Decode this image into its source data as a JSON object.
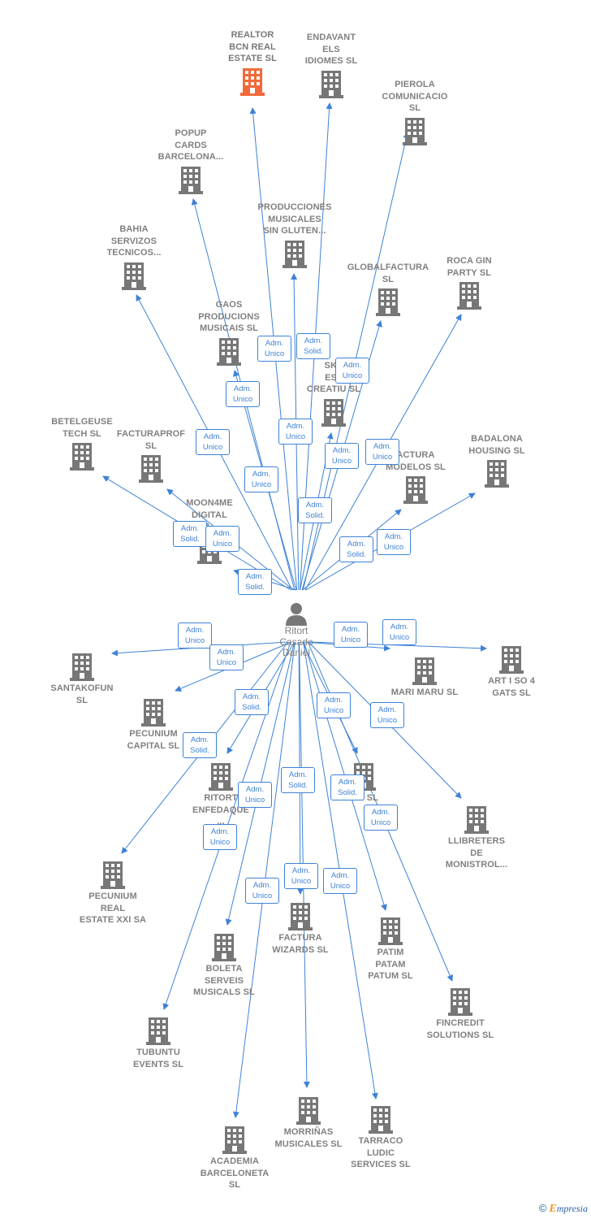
{
  "colors": {
    "edge": "#3e82d6",
    "building": "#777777",
    "highlight": "#f26a3a",
    "text": "#808080"
  },
  "person": {
    "name": "Ritort\nCasado\nDaniel",
    "icon": "person-icon"
  },
  "companies": [
    {
      "id": "realtor",
      "name": "REALTOR\nBCN REAL\nESTATE  SL",
      "highlight": true
    },
    {
      "id": "endavant",
      "name": "ENDAVANT\nELS\nIDIOMES  SL"
    },
    {
      "id": "pierola",
      "name": "PIEROLA\nCOMUNICACIO\nSL"
    },
    {
      "id": "popup",
      "name": "POPUP\nCARDS\nBARCELONA..."
    },
    {
      "id": "producciones",
      "name": "PRODUCCIONES\nMUSICALES\nSIN GLUTEN..."
    },
    {
      "id": "bahia",
      "name": "BAHIA\nSERVIZOS\nTECNICOS..."
    },
    {
      "id": "globalfactura",
      "name": "GLOBALFACTURA\nSL"
    },
    {
      "id": "rocagin",
      "name": "ROCA GIN\nPARTY  SL"
    },
    {
      "id": "gaos",
      "name": "GAOS\nPRODUCIONS\nMUSICAIS  SL"
    },
    {
      "id": "sketch",
      "name": "SKE\nEST\nCREATIU  SL"
    },
    {
      "id": "betelgeuse",
      "name": "BETELGEUSE\nTECH  SL"
    },
    {
      "id": "facturaprof",
      "name": "FACTURAPROF\nSL"
    },
    {
      "id": "facturamodelos",
      "name": "ACTURA\nMODELOS  SL"
    },
    {
      "id": "badalona",
      "name": "BADALONA\nHOUSING  SL"
    },
    {
      "id": "moon4me",
      "name": "MOON4ME\nDIGITAL\nP..."
    },
    {
      "id": "santakofun",
      "name": "SANTAKOFUN\nSL"
    },
    {
      "id": "marimaru",
      "name": "MARI MARU  SL"
    },
    {
      "id": "artiso",
      "name": "ART I SO 4\nGATS  SL"
    },
    {
      "id": "pecuniumcap",
      "name": "PECUNIUM\nCAPITAL  SL"
    },
    {
      "id": "ritortenf",
      "name": "RITORT\nENFEDAQUE\n..."
    },
    {
      "id": "tiimum",
      "name": "...M  SL"
    },
    {
      "id": "llibreters",
      "name": "LLIBRETERS\nDE\nMONISTROL..."
    },
    {
      "id": "pecuniumreal",
      "name": "PECUNIUM\nREAL\nESTATE XXI SA"
    },
    {
      "id": "facturawiz",
      "name": "FACTURA\nWIZARDS  SL"
    },
    {
      "id": "boleta",
      "name": "BOLETA\nSERVEIS\nMUSICALS  SL"
    },
    {
      "id": "patim",
      "name": "PATIM\nPATAM\nPATUM  SL"
    },
    {
      "id": "fincredit",
      "name": "FINCREDIT\nSOLUTIONS  SL"
    },
    {
      "id": "tubuntu",
      "name": "TUBUNTU\nEVENTS  SL"
    },
    {
      "id": "morrinas",
      "name": "MORRIÑAS\nMUSICALES  SL"
    },
    {
      "id": "tarraco",
      "name": "TARRACO\nLUDIC\nSERVICES  SL"
    },
    {
      "id": "academia",
      "name": "ACADEMIA\nBARCELONETA\nSL"
    }
  ],
  "roles": [
    {
      "target": "realtor",
      "label": "Adm.\nUnico"
    },
    {
      "target": "endavant",
      "label": "Adm.\nSolid."
    },
    {
      "target": "pierola",
      "label": "Adm.\nUnico"
    },
    {
      "target": "popup",
      "label": "Adm.\nUnico"
    },
    {
      "target": "producciones",
      "label": "Adm.\nUnico"
    },
    {
      "target": "bahia",
      "label": "Adm.\nUnico"
    },
    {
      "target": "globalfactura",
      "label": "Adm.\nUnico"
    },
    {
      "target": "rocagin",
      "label": "Adm.\nUnico"
    },
    {
      "target": "gaos",
      "label": "Adm.\nUnico"
    },
    {
      "target": "sketch",
      "label": "Adm.\nSolid."
    },
    {
      "target": "betelgeuse",
      "label": "Adm.\nSolid."
    },
    {
      "target": "facturaprof",
      "label": "Adm.\nUnico"
    },
    {
      "target": "facturamodelos",
      "label": "Adm.\nSolid."
    },
    {
      "target": "badalona",
      "label": "Adm.\nUnico"
    },
    {
      "target": "moon4me",
      "label": "Adm.\nSolid."
    },
    {
      "target": "santakofun",
      "label": "Adm.\nUnico"
    },
    {
      "target": "marimaru",
      "label": "Adm.\nUnico"
    },
    {
      "target": "artiso",
      "label": "Adm.\nUnico"
    },
    {
      "target": "pecuniumcap",
      "label": "Adm.\nUnico"
    },
    {
      "target": "ritortenf",
      "label": "Adm.\nSolid."
    },
    {
      "target": "tiimum",
      "label": "Adm.\nUnico"
    },
    {
      "target": "llibreters",
      "label": "Adm.\nUnico"
    },
    {
      "target": "pecuniumreal",
      "label": "Adm.\nSolid."
    },
    {
      "target": "facturawiz",
      "label": "Adm.\nSolid."
    },
    {
      "target": "boleta",
      "label": "Adm.\nUnico"
    },
    {
      "target": "patim",
      "label": "Adm.\nSolid."
    },
    {
      "target": "fincredit",
      "label": "Adm.\nUnico"
    },
    {
      "target": "tubuntu",
      "label": "Adm.\nUnico"
    },
    {
      "target": "morrinas",
      "label": "Adm.\nUnico"
    },
    {
      "target": "tarraco",
      "label": "Adm.\nUnico"
    },
    {
      "target": "academia",
      "label": "Adm.\nUnico"
    }
  ],
  "footer": {
    "copyright": "©",
    "brand_initial": "E",
    "brand_rest": "mpresia"
  }
}
